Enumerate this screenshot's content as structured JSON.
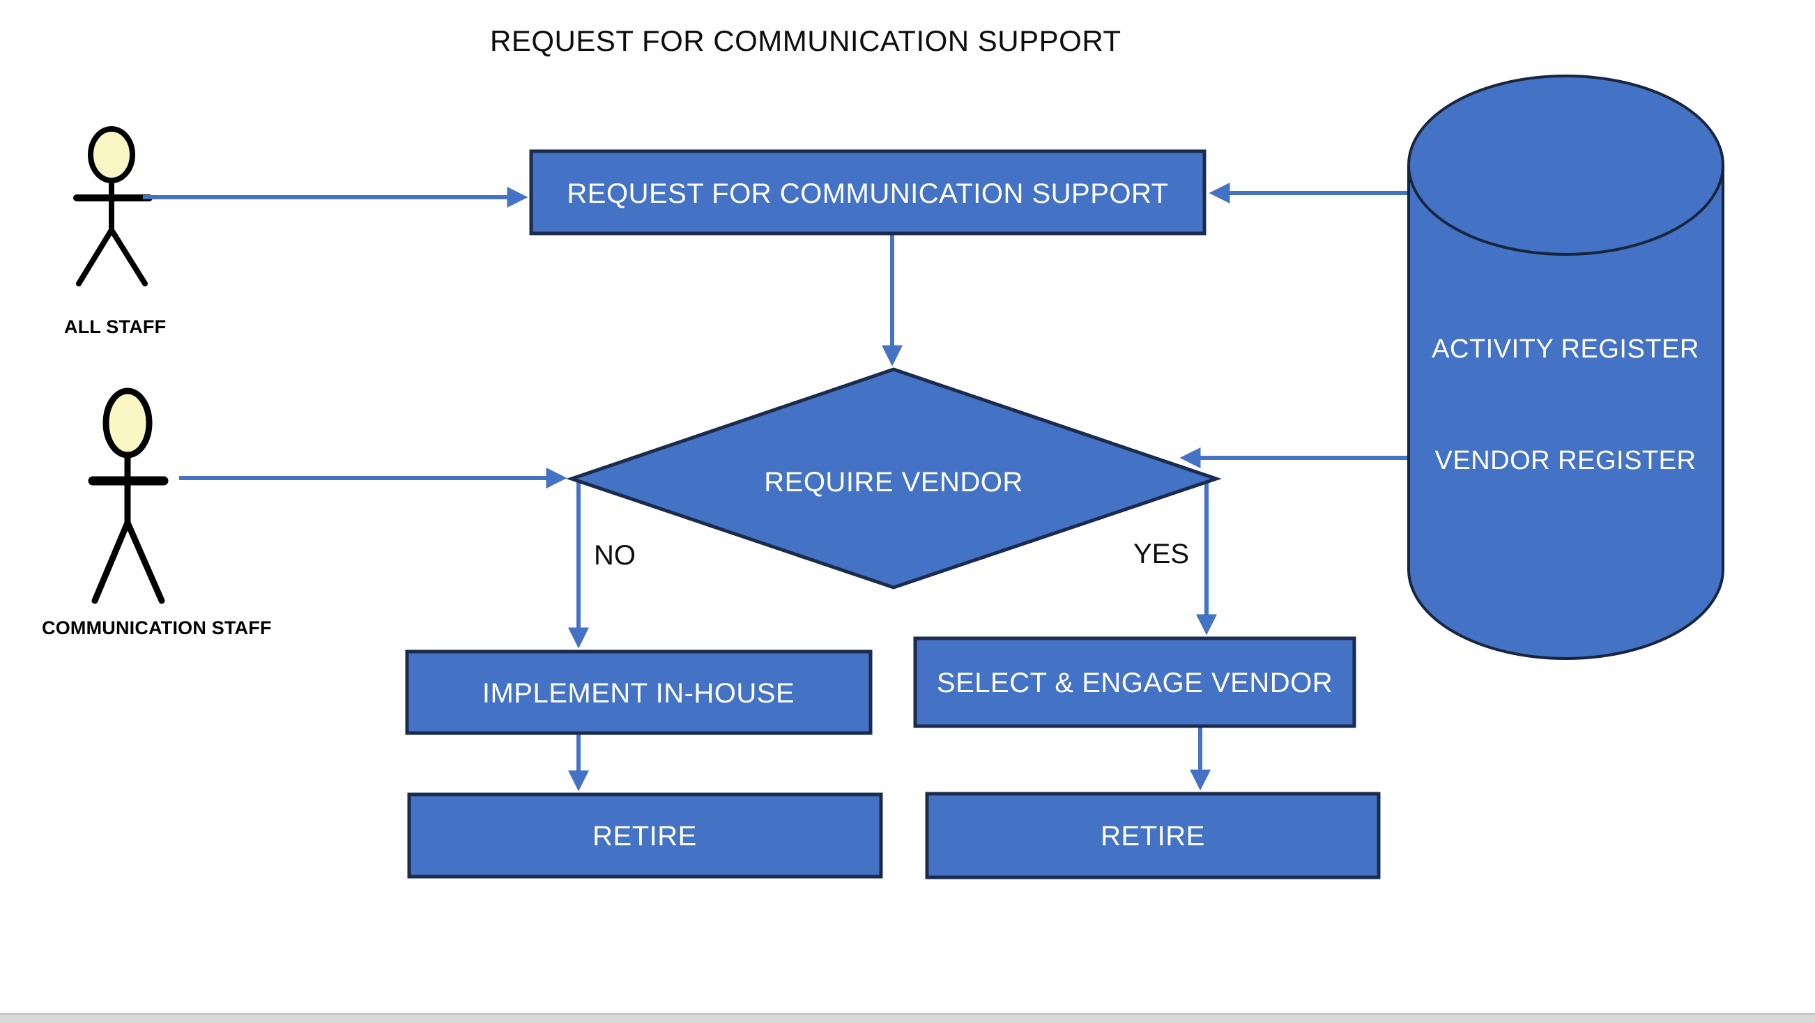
{
  "page": {
    "title": "REQUEST FOR COMMUNICATION SUPPORT"
  },
  "colors": {
    "node_fill": "#4472C4",
    "node_border": "#1B2B4C",
    "connector": "#4472C4",
    "node_text": "#FFFFFF",
    "default_text": "#0D0D0D",
    "actor_head_fill": "#FBF7C4",
    "actor_stroke": "#000000",
    "bottom_bar": "#D9D9D9"
  },
  "actors": [
    {
      "label": "ALL STAFF"
    },
    {
      "label": "COMMUNICATION STAFF"
    }
  ],
  "nodes": {
    "request": {
      "label": "REQUEST FOR COMMUNICATION SUPPORT",
      "shape": "process"
    },
    "decision": {
      "label": "REQUIRE VENDOR",
      "shape": "decision"
    },
    "implement": {
      "label": "IMPLEMENT IN-HOUSE",
      "shape": "process"
    },
    "select": {
      "label": "SELECT & ENGAGE VENDOR",
      "shape": "process"
    },
    "retire_left": {
      "label": "RETIRE",
      "shape": "process"
    },
    "retire_right": {
      "label": "RETIRE",
      "shape": "process"
    }
  },
  "datastore": {
    "shape": "cylinder",
    "lines": [
      "ACTIVITY REGISTER",
      "VENDOR REGISTER"
    ]
  },
  "branch_labels": {
    "no": "NO",
    "yes": "YES"
  },
  "edges": [
    {
      "from": "all-staff",
      "to": "request",
      "label": ""
    },
    {
      "from": "datastore",
      "to": "request",
      "label": ""
    },
    {
      "from": "request",
      "to": "decision",
      "label": ""
    },
    {
      "from": "communication-staff",
      "to": "decision",
      "label": ""
    },
    {
      "from": "datastore",
      "to": "decision",
      "label": ""
    },
    {
      "from": "decision",
      "to": "implement",
      "label": "NO"
    },
    {
      "from": "decision",
      "to": "select",
      "label": "YES"
    },
    {
      "from": "implement",
      "to": "retire_left",
      "label": ""
    },
    {
      "from": "select",
      "to": "retire_right",
      "label": ""
    }
  ]
}
